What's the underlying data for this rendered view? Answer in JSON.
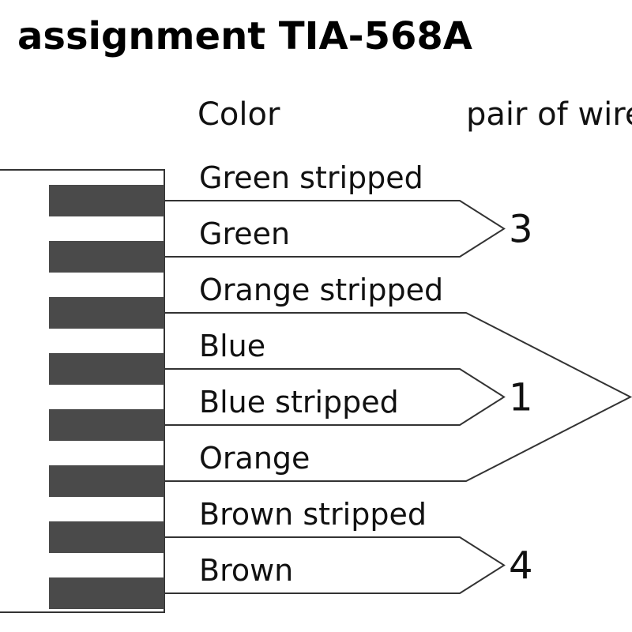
{
  "title": "assignment TIA-568A",
  "headers": {
    "color": "Color",
    "pair": "pair of wires"
  },
  "colors": {
    "pin": "#4a4a4a",
    "line": "#333333",
    "text": "#111111"
  },
  "wires": [
    "Green stripped",
    "Green",
    "Orange stripped",
    "Blue",
    "Blue stripped",
    "Orange",
    "Brown stripped",
    "Brown"
  ],
  "pairs": [
    {
      "number": "3",
      "wires": [
        1,
        2
      ]
    },
    {
      "number": "1",
      "wires": [
        4,
        5
      ]
    },
    {
      "number": "4",
      "wires": [
        7,
        8
      ]
    },
    {
      "number": "",
      "wires": [
        3,
        6
      ]
    }
  ]
}
